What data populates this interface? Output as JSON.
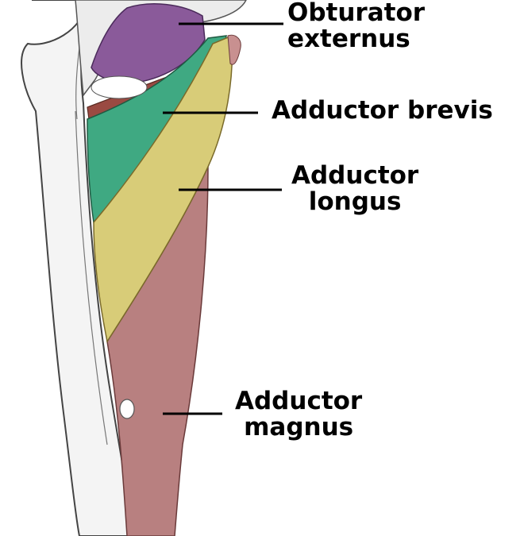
{
  "labels": {
    "obturator_externus": {
      "line1": "Obturator",
      "line2": "externus"
    },
    "adductor_brevis": {
      "line1": "Adductor brevis"
    },
    "adductor_longus": {
      "line1": "Adductor",
      "line2": "longus"
    },
    "adductor_magnus": {
      "line1": "Adductor",
      "line2": "magnus"
    }
  },
  "colors": {
    "obturator_externus": "#8a5a9a",
    "adductor_brevis": "#3fa982",
    "adductor_longus": "#d8cc78",
    "adductor_magnus": "#b88080",
    "bone": "#f4f4f4",
    "outline": "#444444",
    "leader_line": "#000000"
  }
}
